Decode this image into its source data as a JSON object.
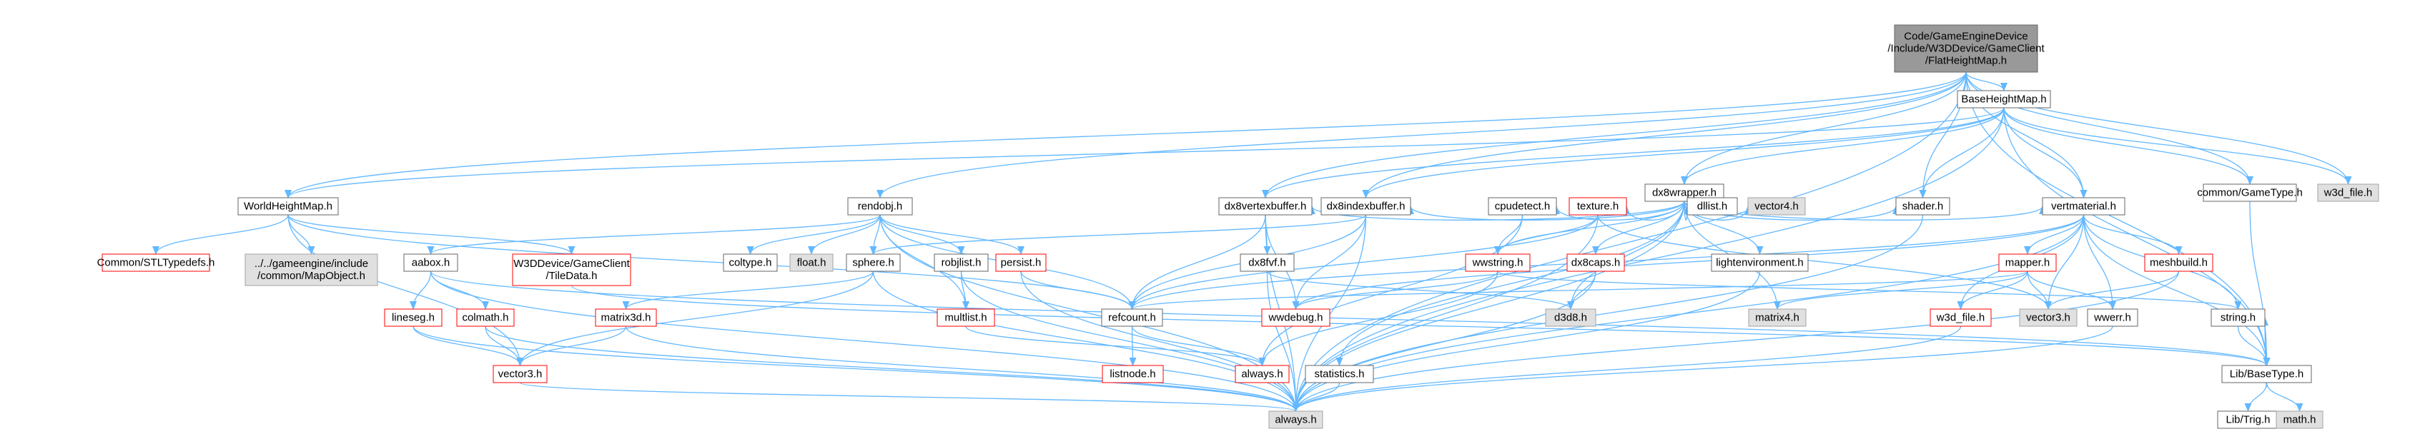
{
  "colors": {
    "edge": "#63b8ff",
    "edge_gray": "#a3a3a3",
    "node_border": "#666666",
    "red_border": "#ff0000",
    "root_fill": "#999999",
    "gray_fill": "#e0e0e0",
    "white_fill": "#ffffff",
    "text": "#000000"
  },
  "nodes": [
    {
      "id": "root",
      "lines": [
        "Code/GameEngineDevice",
        "/Include/W3DDevice/GameClient",
        "/FlatHeightMap.h"
      ],
      "style": "root",
      "interactable": false
    },
    {
      "id": "baseheightmap",
      "lines": [
        "BaseHeightMap.h"
      ],
      "style": "normal",
      "interactable": true
    },
    {
      "id": "dx8wrapper",
      "lines": [
        "dx8wrapper.h"
      ],
      "style": "normal",
      "interactable": true
    },
    {
      "id": "worldheightmap",
      "lines": [
        "WorldHeightMap.h"
      ],
      "style": "normal",
      "interactable": true
    },
    {
      "id": "rendobj",
      "lines": [
        "rendobj.h"
      ],
      "style": "normal",
      "interactable": true
    },
    {
      "id": "dx8vertexbuffer",
      "lines": [
        "dx8vertexbuffer.h"
      ],
      "style": "normal",
      "interactable": true
    },
    {
      "id": "dx8indexbuffer",
      "lines": [
        "dx8indexbuffer.h"
      ],
      "style": "normal",
      "interactable": true
    },
    {
      "id": "cpudetect",
      "lines": [
        "cpudetect.h"
      ],
      "style": "normal",
      "interactable": true
    },
    {
      "id": "texture",
      "lines": [
        "texture.h"
      ],
      "style": "red",
      "interactable": true
    },
    {
      "id": "dllist",
      "lines": [
        "dllist.h"
      ],
      "style": "normal",
      "interactable": true
    },
    {
      "id": "vector4",
      "lines": [
        "vector4.h"
      ],
      "style": "gray",
      "interactable": false
    },
    {
      "id": "shader",
      "lines": [
        "shader.h"
      ],
      "style": "normal",
      "interactable": true
    },
    {
      "id": "vertmaterial",
      "lines": [
        "vertmaterial.h"
      ],
      "style": "normal",
      "interactable": true
    },
    {
      "id": "commongametype",
      "lines": [
        "common/GameType.h"
      ],
      "style": "normal",
      "interactable": true
    },
    {
      "id": "w3dfile",
      "lines": [
        "w3d_file.h"
      ],
      "style": "gray",
      "interactable": false
    },
    {
      "id": "commonstl",
      "lines": [
        "Common/STLTypedefs.h"
      ],
      "style": "red",
      "interactable": true
    },
    {
      "id": "mapobject",
      "lines": [
        "../../gameengine/include",
        "/common/MapObject.h"
      ],
      "style": "gray",
      "interactable": false
    },
    {
      "id": "aabox",
      "lines": [
        "aabox.h"
      ],
      "style": "normal",
      "interactable": true
    },
    {
      "id": "tiledata",
      "lines": [
        "W3DDevice/GameClient",
        "/TileData.h"
      ],
      "style": "red",
      "interactable": true
    },
    {
      "id": "coltype",
      "lines": [
        "coltype.h"
      ],
      "style": "normal",
      "interactable": true
    },
    {
      "id": "float",
      "lines": [
        "float.h"
      ],
      "style": "gray",
      "interactable": false
    },
    {
      "id": "sphere",
      "lines": [
        "sphere.h"
      ],
      "style": "normal",
      "interactable": true
    },
    {
      "id": "robjlist",
      "lines": [
        "robjlist.h"
      ],
      "style": "normal",
      "interactable": true
    },
    {
      "id": "persist",
      "lines": [
        "persist.h"
      ],
      "style": "red",
      "interactable": true
    },
    {
      "id": "dx8fvf",
      "lines": [
        "dx8fvf.h"
      ],
      "style": "normal",
      "interactable": true
    },
    {
      "id": "wwstring",
      "lines": [
        "wwstring.h"
      ],
      "style": "red",
      "interactable": true
    },
    {
      "id": "dx8caps",
      "lines": [
        "dx8caps.h"
      ],
      "style": "red",
      "interactable": true
    },
    {
      "id": "lightenvironment",
      "lines": [
        "lightenvironment.h"
      ],
      "style": "normal",
      "interactable": true
    },
    {
      "id": "mapper",
      "lines": [
        "mapper.h"
      ],
      "style": "red",
      "interactable": true
    },
    {
      "id": "meshbuild",
      "lines": [
        "meshbuild.h"
      ],
      "style": "red",
      "interactable": true
    },
    {
      "id": "lineseg",
      "lines": [
        "lineseg.h"
      ],
      "style": "red",
      "interactable": true
    },
    {
      "id": "colmath",
      "lines": [
        "colmath.h"
      ],
      "style": "red",
      "interactable": true
    },
    {
      "id": "matrix3d",
      "lines": [
        "matrix3d.h"
      ],
      "style": "red",
      "interactable": true
    },
    {
      "id": "multlist",
      "lines": [
        "multlist.h"
      ],
      "style": "red",
      "interactable": true
    },
    {
      "id": "refcount",
      "lines": [
        "refcount.h"
      ],
      "style": "normal",
      "interactable": true
    },
    {
      "id": "wwdebug",
      "lines": [
        "wwdebug.h"
      ],
      "style": "red",
      "interactable": true
    },
    {
      "id": "d3d8",
      "lines": [
        "d3d8.h"
      ],
      "style": "gray",
      "interactable": false
    },
    {
      "id": "matrix4",
      "lines": [
        "matrix4.h"
      ],
      "style": "gray",
      "interactable": false
    },
    {
      "id": "w3dfileh",
      "lines": [
        "w3d_file.h"
      ],
      "style": "red",
      "interactable": true
    },
    {
      "id": "vector3h",
      "lines": [
        "vector3.h"
      ],
      "style": "gray",
      "interactable": false
    },
    {
      "id": "wwerr",
      "lines": [
        "wwerr.h"
      ],
      "style": "normal",
      "interactable": true
    },
    {
      "id": "string",
      "lines": [
        "string.h"
      ],
      "style": "normal",
      "interactable": true
    },
    {
      "id": "vector3",
      "lines": [
        "vector3.h"
      ],
      "style": "red",
      "interactable": true
    },
    {
      "id": "listnode",
      "lines": [
        "listnode.h"
      ],
      "style": "red",
      "interactable": true
    },
    {
      "id": "always_red",
      "lines": [
        "always.h"
      ],
      "style": "red",
      "interactable": true
    },
    {
      "id": "statistics",
      "lines": [
        "statistics.h"
      ],
      "style": "normal",
      "interactable": true
    },
    {
      "id": "basetype",
      "lines": [
        "Lib/BaseType.h"
      ],
      "style": "normal",
      "interactable": true
    },
    {
      "id": "always",
      "lines": [
        "always.h"
      ],
      "style": "gray",
      "interactable": false
    },
    {
      "id": "libtrig",
      "lines": [
        "Lib/Trig.h"
      ],
      "style": "normal",
      "interactable": true
    },
    {
      "id": "math",
      "lines": [
        "math.h"
      ],
      "style": "gray",
      "interactable": false
    }
  ],
  "edges": [
    [
      "root",
      "baseheightmap"
    ],
    [
      "root",
      "dx8wrapper"
    ],
    [
      "root",
      "worldheightmap"
    ],
    [
      "root",
      "rendobj"
    ],
    [
      "root",
      "dx8vertexbuffer"
    ],
    [
      "root",
      "dx8indexbuffer"
    ],
    [
      "root",
      "shader"
    ],
    [
      "root",
      "vertmaterial"
    ],
    [
      "root",
      "commongametype"
    ],
    [
      "root",
      "w3dfile"
    ],
    [
      "root",
      "basetype"
    ],
    [
      "root",
      "always"
    ],
    [
      "baseheightmap",
      "dx8wrapper"
    ],
    [
      "baseheightmap",
      "worldheightmap"
    ],
    [
      "baseheightmap",
      "shader"
    ],
    [
      "baseheightmap",
      "vertmaterial"
    ],
    [
      "baseheightmap",
      "commongametype"
    ],
    [
      "baseheightmap",
      "w3dfile"
    ],
    [
      "baseheightmap",
      "basetype"
    ],
    [
      "baseheightmap",
      "always"
    ],
    [
      "baseheightmap",
      "dx8vertexbuffer"
    ],
    [
      "baseheightmap",
      "dx8indexbuffer"
    ],
    [
      "dx8wrapper",
      "always"
    ],
    [
      "dx8wrapper",
      "dllist"
    ],
    [
      "dx8wrapper",
      "d3d8"
    ],
    [
      "dx8wrapper",
      "matrix4"
    ],
    [
      "dx8wrapper",
      "statistics"
    ],
    [
      "dx8wrapper",
      "wwstring"
    ],
    [
      "dx8wrapper",
      "lightenvironment"
    ],
    [
      "dx8wrapper",
      "shader"
    ],
    [
      "dx8wrapper",
      "vector4"
    ],
    [
      "dx8wrapper",
      "cpudetect"
    ],
    [
      "dx8wrapper",
      "dx8caps"
    ],
    [
      "dx8wrapper",
      "texture"
    ],
    [
      "dx8wrapper",
      "dx8vertexbuffer"
    ],
    [
      "dx8wrapper",
      "dx8indexbuffer"
    ],
    [
      "dx8wrapper",
      "vertmaterial"
    ],
    [
      "worldheightmap",
      "commonstl"
    ],
    [
      "worldheightmap",
      "mapobject"
    ],
    [
      "worldheightmap",
      "tiledata"
    ],
    [
      "worldheightmap",
      "refcount"
    ],
    [
      "worldheightmap",
      "vector3"
    ],
    [
      "rendobj",
      "refcount"
    ],
    [
      "rendobj",
      "sphere"
    ],
    [
      "rendobj",
      "coltype"
    ],
    [
      "rendobj",
      "aabox"
    ],
    [
      "rendobj",
      "persist"
    ],
    [
      "rendobj",
      "multlist"
    ],
    [
      "rendobj",
      "robjlist"
    ],
    [
      "rendobj",
      "float"
    ],
    [
      "rendobj",
      "always"
    ],
    [
      "dx8vertexbuffer",
      "always"
    ],
    [
      "dx8vertexbuffer",
      "refcount"
    ],
    [
      "dx8vertexbuffer",
      "dx8fvf"
    ],
    [
      "dx8vertexbuffer",
      "wwdebug"
    ],
    [
      "dx8indexbuffer",
      "always"
    ],
    [
      "dx8indexbuffer",
      "wwdebug"
    ],
    [
      "dx8indexbuffer",
      "refcount"
    ],
    [
      "dx8indexbuffer",
      "sphere"
    ],
    [
      "cpudetect",
      "wwstring"
    ],
    [
      "cpudetect",
      "always_red"
    ],
    [
      "texture",
      "always"
    ],
    [
      "texture",
      "refcount"
    ],
    [
      "texture",
      "wwstring"
    ],
    [
      "texture",
      "vector3h"
    ],
    [
      "shader",
      "always"
    ],
    [
      "vertmaterial",
      "always"
    ],
    [
      "vertmaterial",
      "refcount"
    ],
    [
      "vertmaterial",
      "vector3h"
    ],
    [
      "vertmaterial",
      "w3dfileh"
    ],
    [
      "vertmaterial",
      "wwdebug"
    ],
    [
      "vertmaterial",
      "meshbuild"
    ],
    [
      "vertmaterial",
      "mapper"
    ],
    [
      "vertmaterial",
      "wwerr"
    ],
    [
      "vertmaterial",
      "string"
    ],
    [
      "vertmaterial",
      "basetype"
    ],
    [
      "commongametype",
      "basetype"
    ],
    [
      "aabox",
      "lineseg"
    ],
    [
      "aabox",
      "colmath"
    ],
    [
      "aabox",
      "always"
    ],
    [
      "aabox",
      "basetype"
    ],
    [
      "tiledata",
      "basetype"
    ],
    [
      "sphere",
      "matrix3d"
    ],
    [
      "sphere",
      "vector3"
    ],
    [
      "sphere",
      "always"
    ],
    [
      "robjlist",
      "multlist"
    ],
    [
      "robjlist",
      "always"
    ],
    [
      "persist",
      "refcount"
    ],
    [
      "persist",
      "always"
    ],
    [
      "dx8fvf",
      "d3d8"
    ],
    [
      "dx8fvf",
      "always"
    ],
    [
      "wwstring",
      "always_red"
    ],
    [
      "wwstring",
      "wwdebug"
    ],
    [
      "wwstring",
      "string"
    ],
    [
      "dx8caps",
      "d3d8"
    ],
    [
      "dx8caps",
      "always"
    ],
    [
      "lightenvironment",
      "always"
    ],
    [
      "mapper",
      "refcount"
    ],
    [
      "mapper",
      "w3dfileh"
    ],
    [
      "mapper",
      "matrix4"
    ],
    [
      "mapper",
      "vector3h"
    ],
    [
      "mapper",
      "wwerr"
    ],
    [
      "meshbuild",
      "always"
    ],
    [
      "meshbuild",
      "vector3h"
    ],
    [
      "lineseg",
      "vector3"
    ],
    [
      "lineseg",
      "always"
    ],
    [
      "colmath",
      "vector3"
    ],
    [
      "colmath",
      "always"
    ],
    [
      "matrix3d",
      "vector3"
    ],
    [
      "matrix3d",
      "always"
    ],
    [
      "multlist",
      "always_red"
    ],
    [
      "refcount",
      "listnode"
    ],
    [
      "refcount",
      "always_red"
    ],
    [
      "w3dfileh",
      "always"
    ],
    [
      "wwerr",
      "always"
    ],
    [
      "string",
      "basetype"
    ],
    [
      "vector3",
      "always"
    ],
    [
      "statistics",
      "always"
    ],
    [
      "basetype",
      "libtrig"
    ],
    [
      "basetype",
      "math"
    ],
    [
      "basetype",
      "string"
    ]
  ]
}
